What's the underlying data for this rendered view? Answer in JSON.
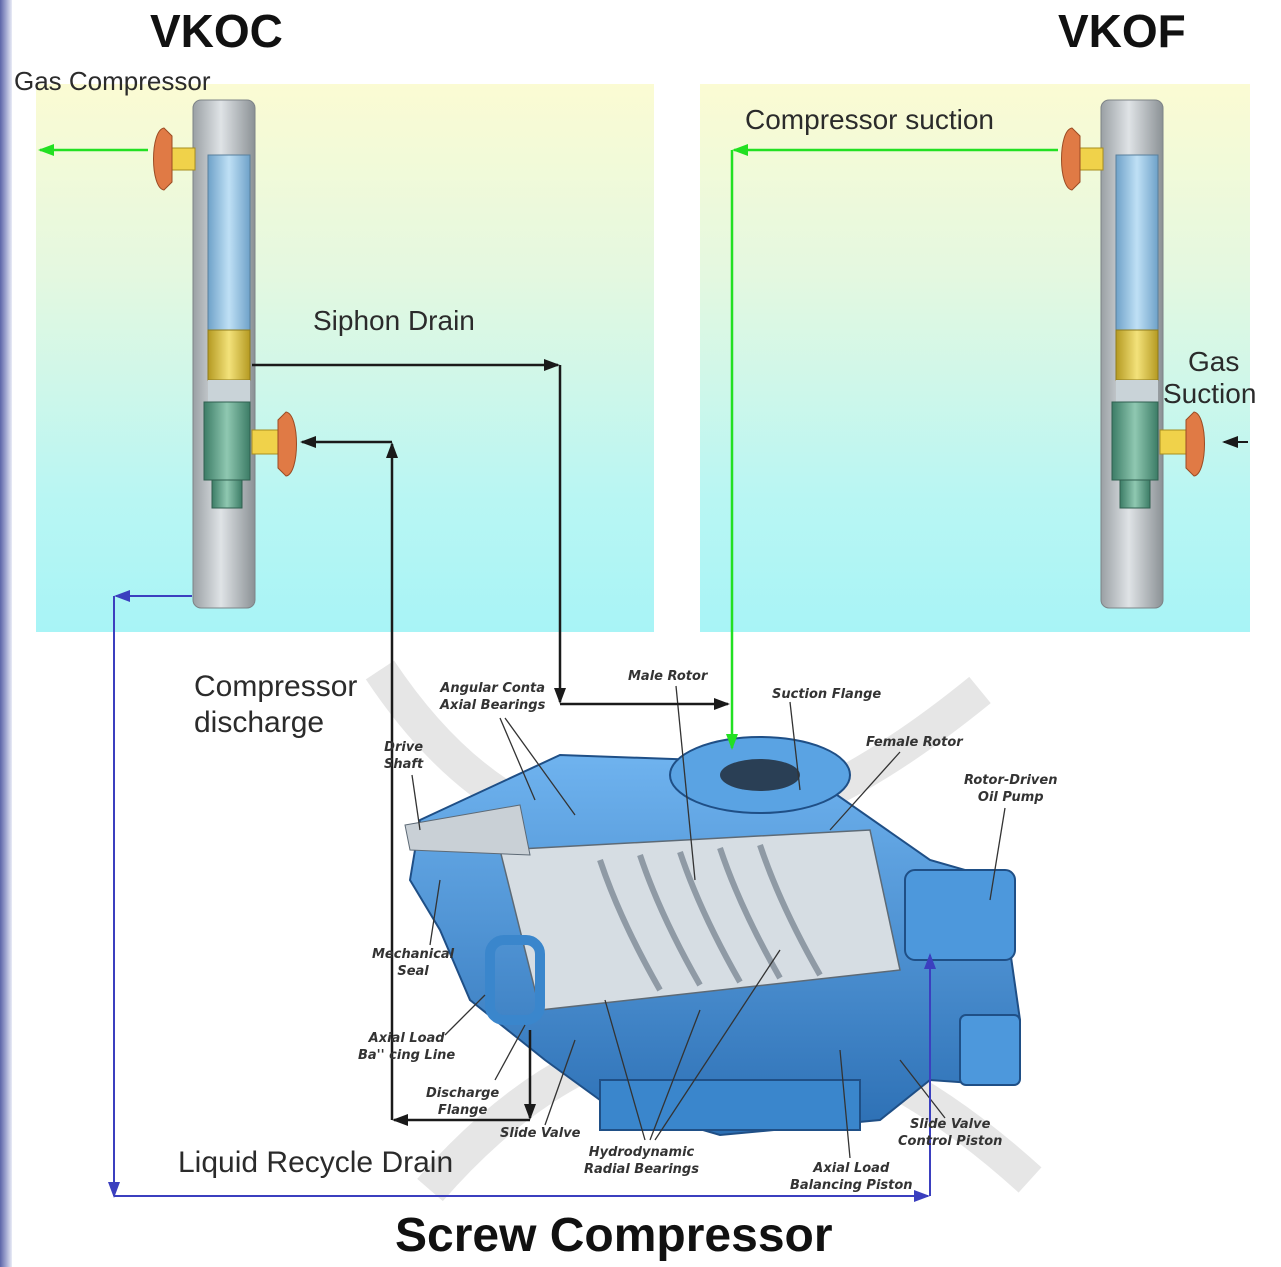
{
  "titles": {
    "vkoc": "VKOC",
    "vkof": "VKOF",
    "screw_compressor": "Screw Compressor"
  },
  "flow_labels": {
    "gas_compressor": "Gas Compressor",
    "compressor_suction": "Compressor suction",
    "siphon_drain": "Siphon Drain",
    "gas_suction_line1": "Gas",
    "gas_suction_line2": "Suction",
    "compressor_discharge_line1": "Compressor",
    "compressor_discharge_line2": "discharge",
    "liquid_recycle_drain": "Liquid Recycle Drain"
  },
  "component_callouts": {
    "angular_contact_line1": "Angular Conta",
    "angular_contact_line2": "Axial Bearings",
    "male_rotor": "Male Rotor",
    "suction_flange": "Suction Flange",
    "female_rotor": "Female Rotor",
    "rotor_driven_line1": "Rotor-Driven",
    "rotor_driven_line2": "Oil Pump",
    "drive_shaft_line1": "Drive",
    "drive_shaft_line2": "Shaft",
    "mechanical_seal_line1": "Mechanical",
    "mechanical_seal_line2": "Seal",
    "axial_load_line_1": "Axial Load",
    "axial_load_line_2": "Ba'' cing Line",
    "discharge_flange_line1": "Discharge",
    "discharge_flange_line2": "Flange",
    "slide_valve": "Slide Valve",
    "hydrodynamic_line1": "Hydrodynamic",
    "hydrodynamic_line2": "Radial Bearings",
    "axial_piston_line1": "Axial Load",
    "axial_piston_line2": "Balancing Piston",
    "slide_valve_piston_line1": "Slide Valve",
    "slide_valve_piston_line2": "Control Piston"
  },
  "colors": {
    "gas_line": "#22e022",
    "liquid_line": "#3b3fbf",
    "process_line": "#1a1a1a",
    "flange": "#e07a45",
    "compressor_blue": "#3e8fd6"
  }
}
